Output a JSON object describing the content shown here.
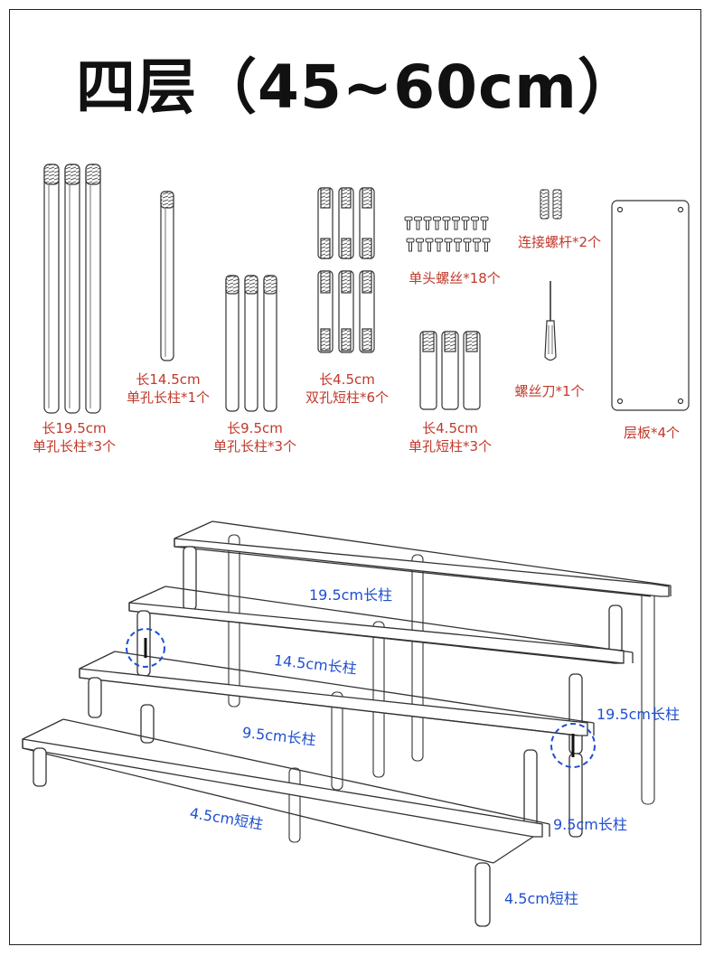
{
  "title": "四层（45~60cm）",
  "parts": {
    "rod195": {
      "line1": "长19.5cm",
      "line2": "单孔长柱*3个"
    },
    "rod145": {
      "line1": "长14.5cm",
      "line2": "单孔长柱*1个"
    },
    "rod95": {
      "line1": "长9.5cm",
      "line2": "单孔长柱*3个"
    },
    "double45": {
      "line1": "长4.5cm",
      "line2": "双孔短柱*6个"
    },
    "single45": {
      "line1": "长4.5cm",
      "line2": "单孔短柱*3个"
    },
    "screws": {
      "label": "单头螺丝*18个"
    },
    "connector": {
      "label": "连接螺杆*2个"
    },
    "screwdriver": {
      "label": "螺丝刀*1个"
    },
    "shelf": {
      "label": "层板*4个"
    }
  },
  "assembly": {
    "label_19_5_center": "19.5cm长柱",
    "label_14_5": "14.5cm长柱",
    "label_9_5_center": "9.5cm长柱",
    "label_4_5_center": "4.5cm短柱",
    "label_19_5_right": "19.5cm长柱",
    "label_9_5_right": "9.5cm长柱",
    "label_4_5_right": "4.5cm短柱"
  },
  "colors": {
    "part_label": "#c0392b",
    "assembly_label": "#1f4fd1",
    "line": "#333333"
  }
}
